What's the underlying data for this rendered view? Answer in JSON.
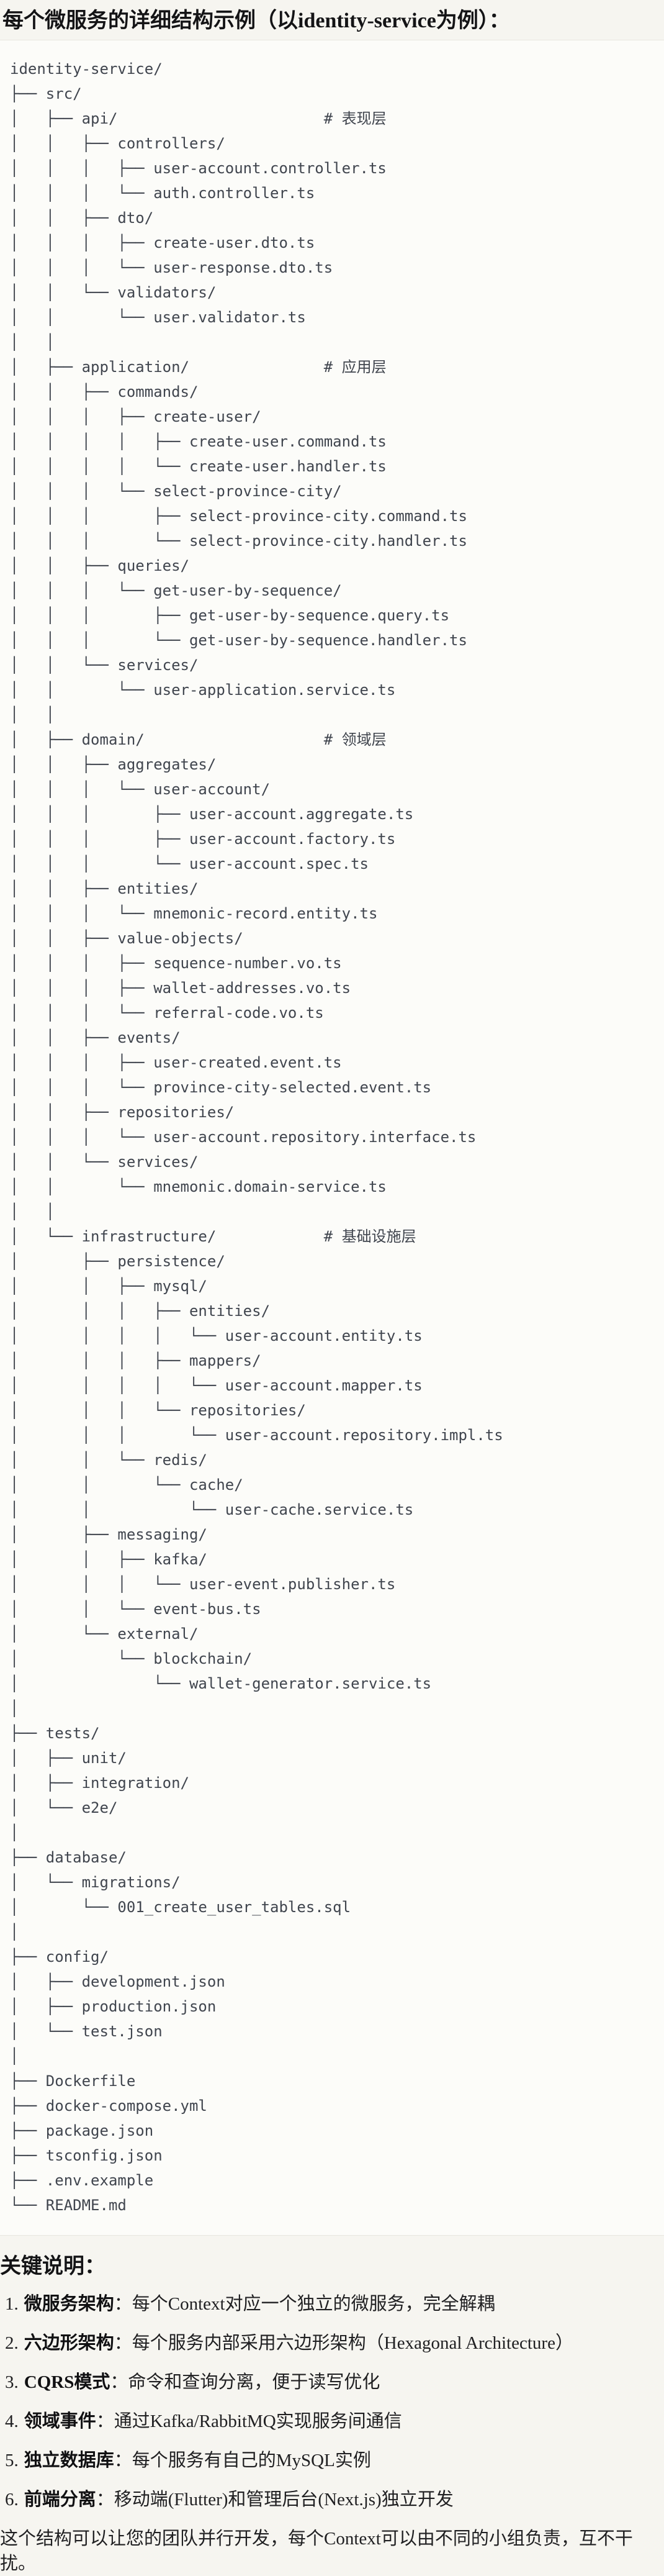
{
  "title": "每个微服务的详细结构示例（以identity-service为例）：",
  "code_block": {
    "tree_lines": [
      "identity-service/",
      "├── src/",
      "│   ├── api/                       # 表现层",
      "│   │   ├── controllers/",
      "│   │   │   ├── user-account.controller.ts",
      "│   │   │   └── auth.controller.ts",
      "│   │   ├── dto/",
      "│   │   │   ├── create-user.dto.ts",
      "│   │   │   └── user-response.dto.ts",
      "│   │   └── validators/",
      "│   │       └── user.validator.ts",
      "│   │",
      "│   ├── application/               # 应用层",
      "│   │   ├── commands/",
      "│   │   │   ├── create-user/",
      "│   │   │   │   ├── create-user.command.ts",
      "│   │   │   │   └── create-user.handler.ts",
      "│   │   │   └── select-province-city/",
      "│   │   │       ├── select-province-city.command.ts",
      "│   │   │       └── select-province-city.handler.ts",
      "│   │   ├── queries/",
      "│   │   │   └── get-user-by-sequence/",
      "│   │   │       ├── get-user-by-sequence.query.ts",
      "│   │   │       └── get-user-by-sequence.handler.ts",
      "│   │   └── services/",
      "│   │       └── user-application.service.ts",
      "│   │",
      "│   ├── domain/                    # 领域层",
      "│   │   ├── aggregates/",
      "│   │   │   └── user-account/",
      "│   │   │       ├── user-account.aggregate.ts",
      "│   │   │       ├── user-account.factory.ts",
      "│   │   │       └── user-account.spec.ts",
      "│   │   ├── entities/",
      "│   │   │   └── mnemonic-record.entity.ts",
      "│   │   ├── value-objects/",
      "│   │   │   ├── sequence-number.vo.ts",
      "│   │   │   ├── wallet-addresses.vo.ts",
      "│   │   │   └── referral-code.vo.ts",
      "│   │   ├── events/",
      "│   │   │   ├── user-created.event.ts",
      "│   │   │   └── province-city-selected.event.ts",
      "│   │   ├── repositories/",
      "│   │   │   └── user-account.repository.interface.ts",
      "│   │   └── services/",
      "│   │       └── mnemonic.domain-service.ts",
      "│   │",
      "│   └── infrastructure/            # 基础设施层",
      "│       ├── persistence/",
      "│       │   ├── mysql/",
      "│       │   │   ├── entities/",
      "│       │   │   │   └── user-account.entity.ts",
      "│       │   │   ├── mappers/",
      "│       │   │   │   └── user-account.mapper.ts",
      "│       │   │   └── repositories/",
      "│       │   │       └── user-account.repository.impl.ts",
      "│       │   └── redis/",
      "│       │       └── cache/",
      "│       │           └── user-cache.service.ts",
      "│       ├── messaging/",
      "│       │   ├── kafka/",
      "│       │   │   └── user-event.publisher.ts",
      "│       │   └── event-bus.ts",
      "│       └── external/",
      "│           └── blockchain/",
      "│               └── wallet-generator.service.ts",
      "│",
      "├── tests/",
      "│   ├── unit/",
      "│   ├── integration/",
      "│   └── e2e/",
      "│",
      "├── database/",
      "│   └── migrations/",
      "│       └── 001_create_user_tables.sql",
      "│",
      "├── config/",
      "│   ├── development.json",
      "│   ├── production.json",
      "│   └── test.json",
      "│",
      "├── Dockerfile",
      "├── docker-compose.yml",
      "├── package.json",
      "├── tsconfig.json",
      "├── .env.example",
      "└── README.md"
    ]
  },
  "notes": {
    "heading": "关键说明：",
    "items": [
      {
        "num": "1.",
        "term": "微服务架构",
        "text": "：每个Context对应一个独立的微服务，完全解耦"
      },
      {
        "num": "2.",
        "term": "六边形架构",
        "text": "：每个服务内部采用六边形架构（Hexagonal Architecture）"
      },
      {
        "num": "3.",
        "term": "CQRS模式",
        "text": "：命令和查询分离，便于读写优化"
      },
      {
        "num": "4.",
        "term": "领域事件",
        "text": "：通过Kafka/RabbitMQ实现服务间通信"
      },
      {
        "num": "5.",
        "term": "独立数据库",
        "text": "：每个服务有自己的MySQL实例"
      },
      {
        "num": "6.",
        "term": "前端分离",
        "text": "：移动端(Flutter)和管理后台(Next.js)独立开发"
      }
    ]
  },
  "closing": "这个结构可以让您的团队并行开发，每个Context可以由不同的小组负责，互不干扰。",
  "colors": {
    "page_bg": "#f6f5f0",
    "code_bg": "#fcfcf9",
    "code_border": "#e8e6e0",
    "code_text": "#40454e",
    "heading_text": "#141416",
    "body_text": "#202022"
  }
}
